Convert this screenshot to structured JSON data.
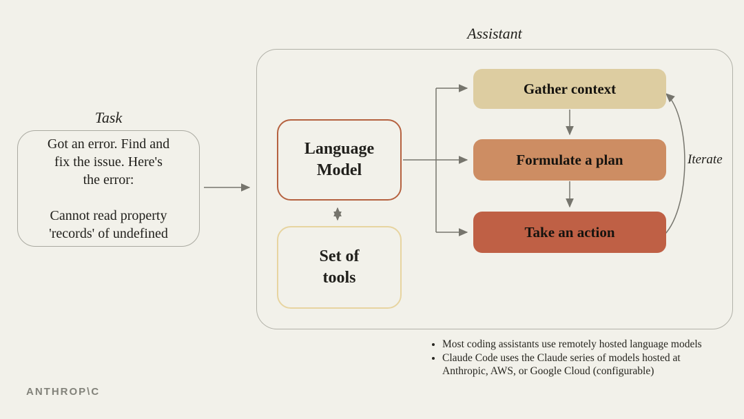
{
  "task": {
    "label": "Task",
    "text": "Got an error. Find and\nfix the issue. Here's\nthe error:\n\nCannot read property\n'records' of undefined"
  },
  "assistant": {
    "label": "Assistant",
    "language_model_label": "Language\nModel",
    "tools_label": "Set of\ntools",
    "steps": [
      {
        "label": "Gather context",
        "color": "#ddcda1"
      },
      {
        "label": "Formulate a plan",
        "color": "#cd8d63"
      },
      {
        "label": "Take an action",
        "color": "#bf6045"
      }
    ],
    "iterate_label": "Iterate"
  },
  "notes": [
    "Most coding assistants use remotely hosted language models",
    "Claude Code uses the Claude series of models hosted at Anthropic, AWS, or Google Cloud (configurable)"
  ],
  "logo_text": "ANTHROP\\C",
  "palette": {
    "background": "#f2f1ea",
    "container_border": "#b1b1a8",
    "language_model_border": "#b5613f",
    "tools_border": "#e7d4a0",
    "arrow": "#76756d",
    "text": "#21201c",
    "logo": "#82827a"
  }
}
